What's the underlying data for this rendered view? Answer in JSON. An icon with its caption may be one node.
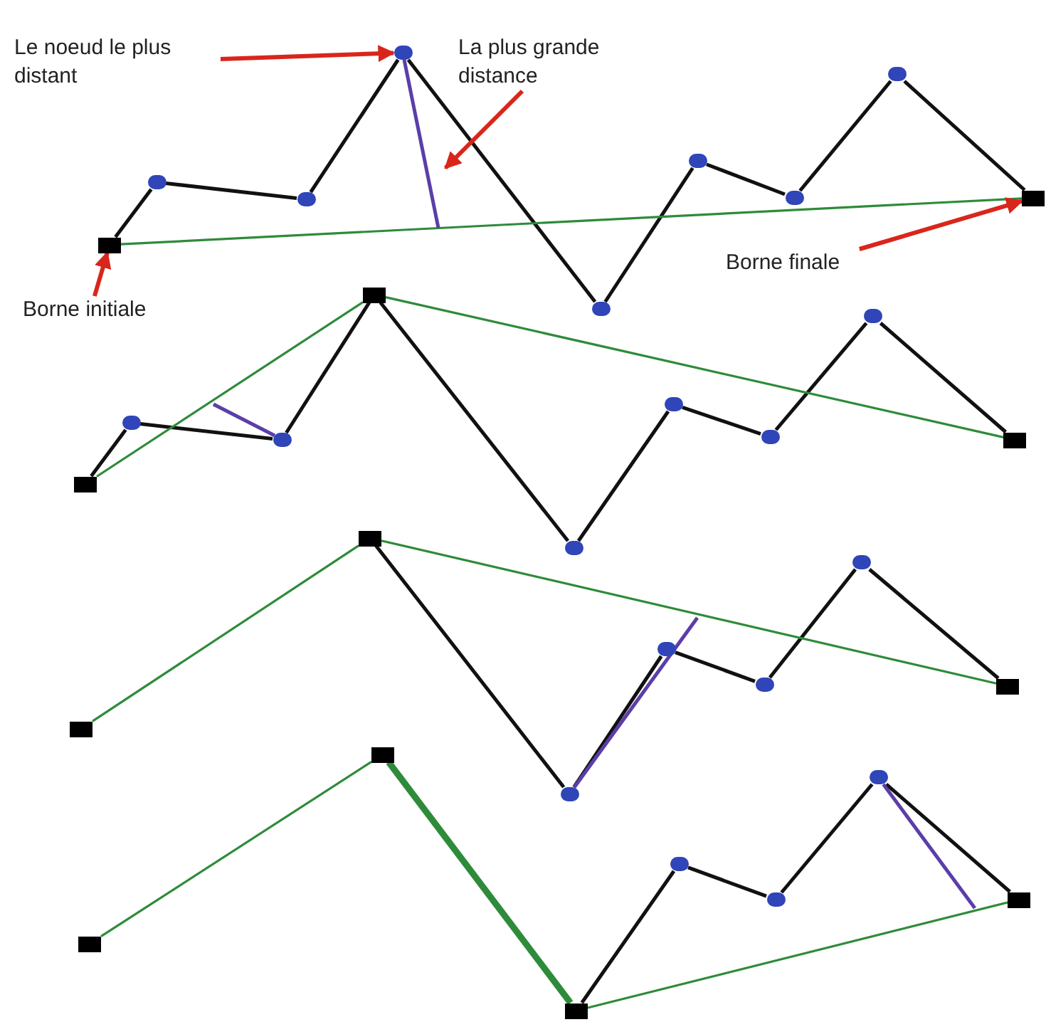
{
  "diagram": {
    "nodes": [
      {
        "text": [
          "Le noeud le plus distant"
        ]
      },
      {
        "text": [
          "La plus grande distance"
        ]
      },
      {
        "text": [
          "Borne finale"
        ]
      },
      {
        "text": [
          "Borne initiale"
        ]
      },
      {
        "text": [],
        "shape": "box"
      },
      {
        "text": [],
        "shape": "circle"
      },
      {
        "text": [],
        "shape": "circle"
      },
      {
        "text": [],
        "shape": "circle"
      },
      {
        "text": [],
        "shape": "circle"
      },
      {
        "text": [],
        "shape": "circle"
      },
      {
        "text": [],
        "shape": "circle"
      },
      {
        "text": [],
        "shape": "circle"
      },
      {
        "text": [],
        "shape": "box"
      },
      {
        "text": [],
        "shape": "box"
      },
      {
        "text": [],
        "shape": "circle"
      },
      {
        "text": [],
        "shape": "circle"
      },
      {
        "text": [],
        "shape": "box"
      },
      {
        "text": [],
        "shape": "circle"
      },
      {
        "text": [],
        "shape": "circle"
      },
      {
        "text": [],
        "shape": "circle"
      },
      {
        "text": [],
        "shape": "circle"
      },
      {
        "text": [],
        "shape": "box"
      },
      {
        "text": [],
        "shape": "box"
      },
      {
        "text": [],
        "shape": "box"
      },
      {
        "text": [],
        "shape": "circle"
      },
      {
        "text": [],
        "shape": "circle"
      },
      {
        "text": [],
        "shape": "circle"
      },
      {
        "text": [],
        "shape": "circle"
      },
      {
        "text": [],
        "shape": "box"
      },
      {
        "text": [],
        "shape": "box"
      },
      {
        "text": [],
        "shape": "box"
      },
      {
        "text": [],
        "shape": "box"
      },
      {
        "text": [],
        "shape": "circle"
      },
      {
        "text": [],
        "shape": "circle"
      },
      {
        "text": [],
        "shape": "circle"
      },
      {
        "text": [],
        "shape": "box"
      }
    ],
    "edges": [
      {
        "from": 4,
        "to": 5,
        "arrow": "none"
      },
      {
        "from": 5,
        "to": 6,
        "arrow": "none"
      },
      {
        "from": 6,
        "to": 7,
        "arrow": "none"
      },
      {
        "from": 7,
        "to": 8,
        "arrow": "none"
      },
      {
        "from": 8,
        "to": 9,
        "arrow": "none"
      },
      {
        "from": 9,
        "to": 10,
        "arrow": "none"
      },
      {
        "from": 10,
        "to": 11,
        "arrow": "none"
      },
      {
        "from": 11,
        "to": 12,
        "arrow": "none"
      },
      {
        "from": 4,
        "to": 12,
        "arrow": "none",
        "color": "#2e8b3a"
      },
      {
        "from": 0,
        "to": 7,
        "arrow": "to",
        "color": "#d9261c"
      },
      {
        "from": 1,
        "to": null,
        "arrow": "to",
        "color": "#d9261c"
      },
      {
        "from": 2,
        "to": 12,
        "arrow": "to",
        "color": "#d9261c"
      },
      {
        "from": 3,
        "to": 4,
        "arrow": "to",
        "color": "#d9261c"
      },
      {
        "from": 13,
        "to": 14,
        "arrow": "none"
      },
      {
        "from": 14,
        "to": 15,
        "arrow": "none"
      },
      {
        "from": 15,
        "to": 16,
        "arrow": "none"
      },
      {
        "from": 16,
        "to": 17,
        "arrow": "none"
      },
      {
        "from": 17,
        "to": 18,
        "arrow": "none"
      },
      {
        "from": 18,
        "to": 19,
        "arrow": "none"
      },
      {
        "from": 19,
        "to": 20,
        "arrow": "none"
      },
      {
        "from": 20,
        "to": 21,
        "arrow": "none"
      },
      {
        "from": 13,
        "to": 16,
        "arrow": "none",
        "color": "#2e8b3a"
      },
      {
        "from": 16,
        "to": 21,
        "arrow": "none",
        "color": "#2e8b3a"
      },
      {
        "from": 23,
        "to": 24,
        "arrow": "none"
      },
      {
        "from": 24,
        "to": 25,
        "arrow": "none"
      },
      {
        "from": 25,
        "to": 26,
        "arrow": "none"
      },
      {
        "from": 26,
        "to": 27,
        "arrow": "none"
      },
      {
        "from": 27,
        "to": 28,
        "arrow": "none"
      },
      {
        "from": 22,
        "to": 23,
        "arrow": "none",
        "color": "#2e8b3a"
      },
      {
        "from": 23,
        "to": 28,
        "arrow": "none",
        "color": "#2e8b3a"
      },
      {
        "from": 31,
        "to": 32,
        "arrow": "none"
      },
      {
        "from": 32,
        "to": 33,
        "arrow": "none"
      },
      {
        "from": 33,
        "to": 34,
        "arrow": "none"
      },
      {
        "from": 34,
        "to": 35,
        "arrow": "none"
      },
      {
        "from": 29,
        "to": 30,
        "arrow": "none",
        "color": "#2e8b3a"
      },
      {
        "from": 30,
        "to": 31,
        "arrow": "none",
        "style": "thick",
        "color": "#2e8b3a"
      },
      {
        "from": 31,
        "to": 35,
        "arrow": "none",
        "color": "#2e8b3a"
      },
      {
        "from": 7,
        "to": null,
        "arrow": "none",
        "color": "#5b3ea8"
      },
      {
        "from": 24,
        "to": null,
        "arrow": "none",
        "color": "#5b3ea8"
      },
      {
        "from": 34,
        "to": null,
        "arrow": "none",
        "color": "#5b3ea8"
      }
    ]
  }
}
